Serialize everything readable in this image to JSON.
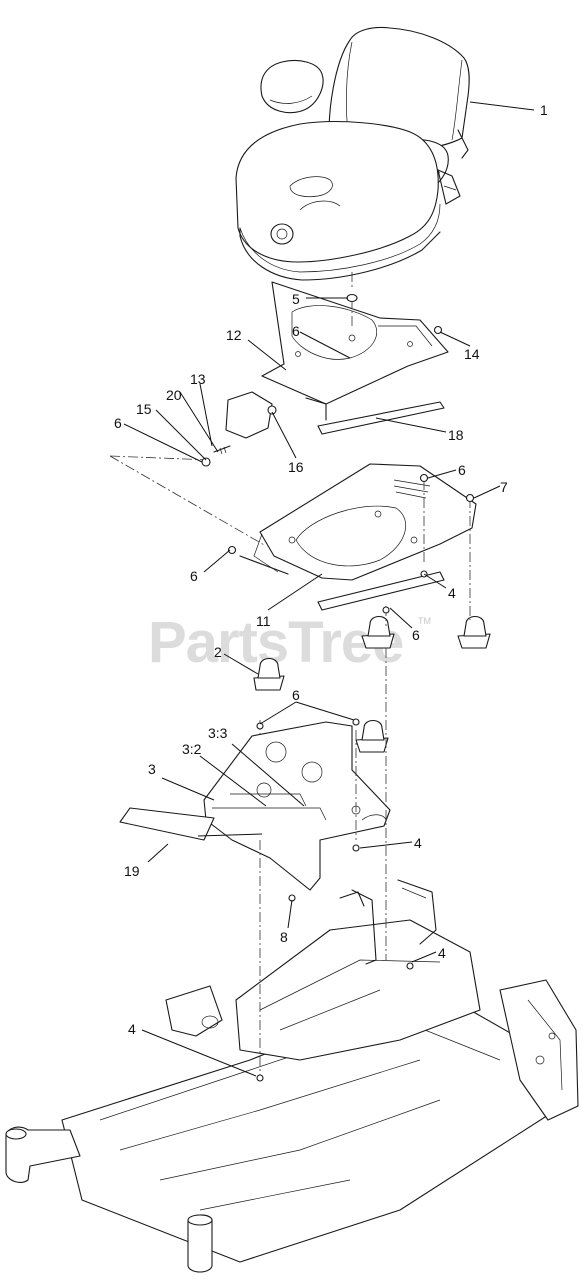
{
  "watermark": {
    "text": "PartsTree",
    "trademark": "TM"
  },
  "callouts": [
    {
      "id": "c1",
      "label": "1"
    },
    {
      "id": "c5",
      "label": "5"
    },
    {
      "id": "c6a",
      "label": "6"
    },
    {
      "id": "c12",
      "label": "12"
    },
    {
      "id": "c14",
      "label": "14"
    },
    {
      "id": "c13",
      "label": "13"
    },
    {
      "id": "c20",
      "label": "20"
    },
    {
      "id": "c15",
      "label": "15"
    },
    {
      "id": "c6b",
      "label": "6"
    },
    {
      "id": "c18",
      "label": "18"
    },
    {
      "id": "c16",
      "label": "16"
    },
    {
      "id": "c6c",
      "label": "6"
    },
    {
      "id": "c7",
      "label": "7"
    },
    {
      "id": "c6d",
      "label": "6"
    },
    {
      "id": "c4a",
      "label": "4"
    },
    {
      "id": "c11",
      "label": "11"
    },
    {
      "id": "c6e",
      "label": "6"
    },
    {
      "id": "c2",
      "label": "2"
    },
    {
      "id": "c6f",
      "label": "6"
    },
    {
      "id": "c33",
      "label": "3:3"
    },
    {
      "id": "c32",
      "label": "3:2"
    },
    {
      "id": "c3",
      "label": "3"
    },
    {
      "id": "c4b",
      "label": "4"
    },
    {
      "id": "c19",
      "label": "19"
    },
    {
      "id": "c8",
      "label": "8"
    },
    {
      "id": "c4c",
      "label": "4"
    },
    {
      "id": "c4d",
      "label": "4"
    }
  ]
}
